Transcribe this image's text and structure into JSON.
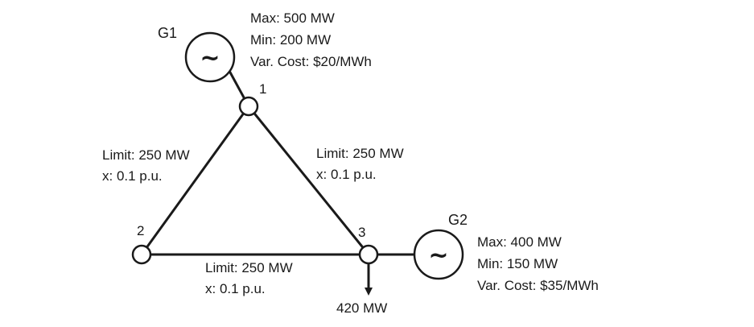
{
  "generators": {
    "g1": {
      "name": "G1",
      "symbol": "~",
      "max": "Max: 500 MW",
      "min": "Min: 200 MW",
      "cost": "Var. Cost: $20/MWh"
    },
    "g2": {
      "name": "G2",
      "symbol": "~",
      "max": "Max: 400 MW",
      "min": "Min: 150 MW",
      "cost": "Var. Cost: $35/MWh"
    }
  },
  "buses": {
    "b1": "1",
    "b2": "2",
    "b3": "3"
  },
  "lines": {
    "l12": {
      "limit": "Limit: 250 MW",
      "reactance": "x: 0.1 p.u."
    },
    "l13": {
      "limit": "Limit: 250 MW",
      "reactance": "x: 0.1 p.u."
    },
    "l23": {
      "limit": "Limit: 250 MW",
      "reactance": "x: 0.1 p.u."
    }
  },
  "load": {
    "value": "420 MW"
  }
}
